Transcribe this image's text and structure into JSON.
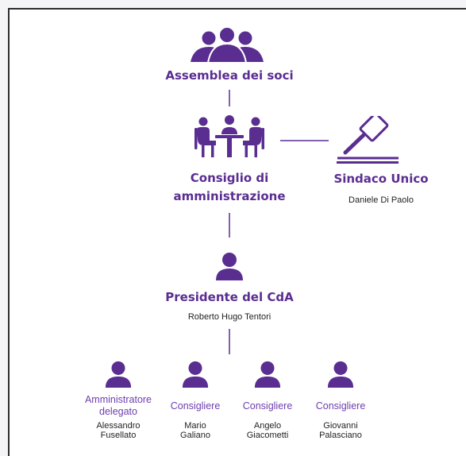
{
  "colors": {
    "accent": "#5a2d91",
    "role_text": "#6c3fae",
    "connector": "#5a2d91",
    "name_text": "#222222"
  },
  "assemblea": {
    "title": "Assemblea dei soci",
    "icon": "group-of-people-icon"
  },
  "consiglio": {
    "title_line1": "Consiglio di",
    "title_line2": "amministrazione",
    "icon": "meeting-table-icon"
  },
  "sindaco": {
    "title": "Sindaco Unico",
    "name": "Daniele Di Paolo",
    "icon": "gavel-icon"
  },
  "presidente": {
    "title": "Presidente del CdA",
    "name": "Roberto Hugo Tentori",
    "icon": "person-icon"
  },
  "members": [
    {
      "role_line1": "Amministratore",
      "role_line2": "delegato",
      "name_line1": "Alessandro",
      "name_line2": "Fusellato",
      "icon": "person-icon"
    },
    {
      "role_line1": "Consigliere",
      "role_line2": "",
      "name_line1": "Mario",
      "name_line2": "Galiano",
      "icon": "person-icon"
    },
    {
      "role_line1": "Consigliere",
      "role_line2": "",
      "name_line1": "Angelo",
      "name_line2": "Giacometti",
      "icon": "person-icon"
    },
    {
      "role_line1": "Consigliere",
      "role_line2": "",
      "name_line1": "Giovanni",
      "name_line2": "Palasciano",
      "icon": "person-icon"
    }
  ]
}
